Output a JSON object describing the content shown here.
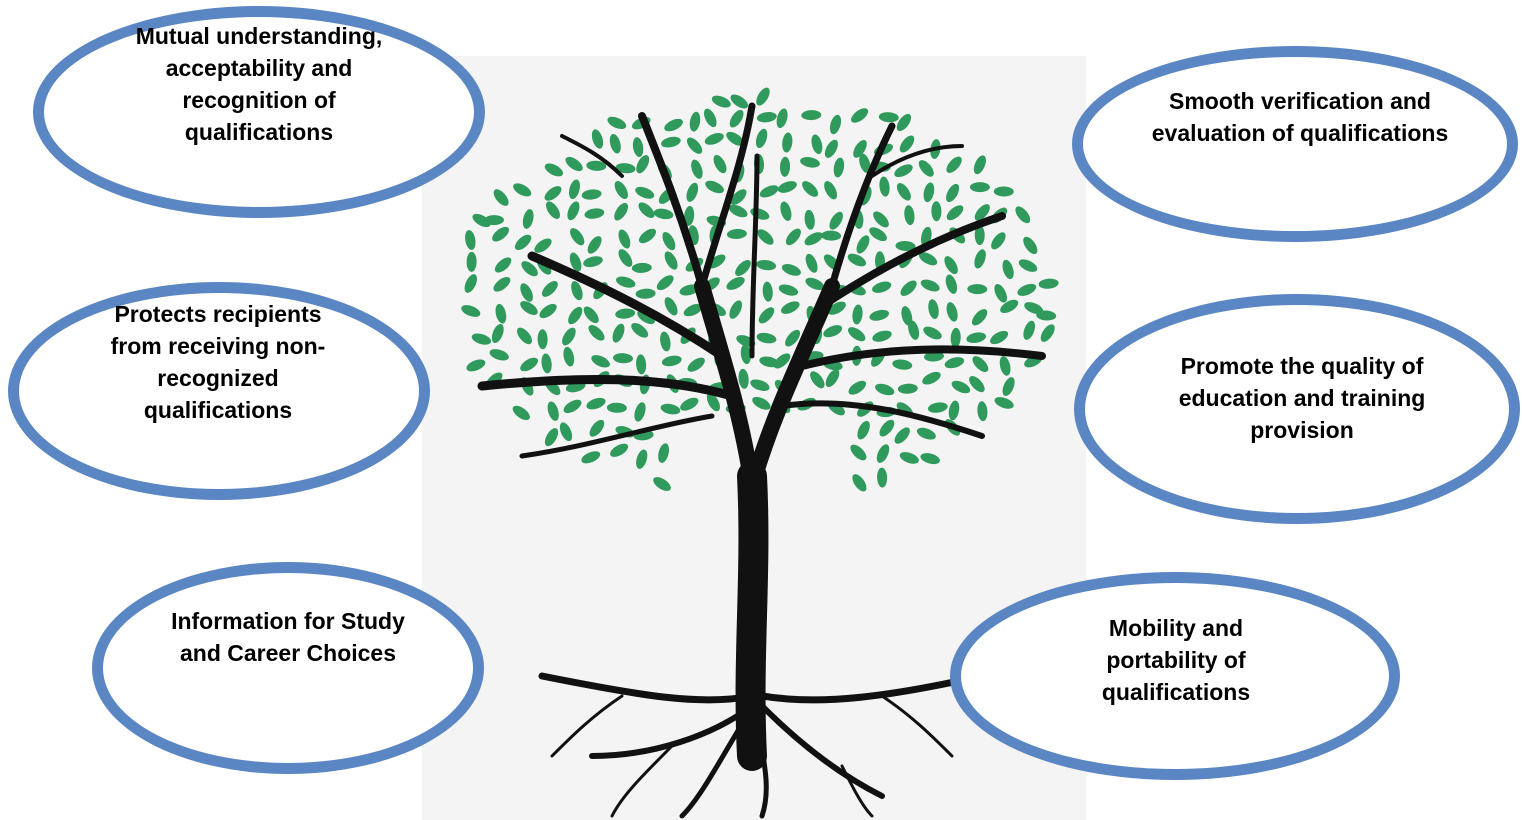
{
  "colors": {
    "leaf": "#2f9a5c",
    "trunk": "#111111",
    "ellipse_border": "#5b86c4",
    "panel": "#f4f4f4"
  },
  "bubbles": [
    {
      "id": "mutual-understanding",
      "text": "Mutual understanding, acceptability and recognition of qualifications"
    },
    {
      "id": "smooth-verification",
      "text": "Smooth verification and evaluation of qualifications"
    },
    {
      "id": "protects-recipients",
      "text": "Protects recipients from receiving non-recognized qualifications"
    },
    {
      "id": "promote-quality",
      "text": "Promote the quality of education and training provision"
    },
    {
      "id": "information-choices",
      "text": "Information for Study and Career Choices"
    },
    {
      "id": "mobility-portability",
      "text": "Mobility and portability of qualifications"
    }
  ]
}
